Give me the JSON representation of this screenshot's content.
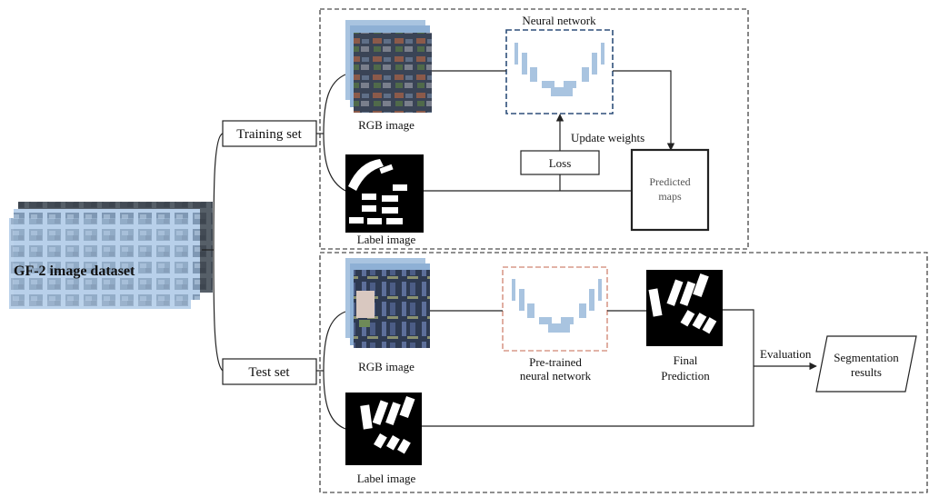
{
  "dataset": {
    "title": "GF-2 image dataset"
  },
  "split": {
    "training_label": "Training set",
    "test_label": "Test set"
  },
  "training": {
    "rgb_label": "RGB image",
    "label_label": "Label image",
    "network_label": "Neural network",
    "update_label": "Update weights",
    "loss_label": "Loss",
    "predicted_label_line1": "Predicted",
    "predicted_label_line2": "maps"
  },
  "test": {
    "rgb_label": "RGB image",
    "label_label": "Label image",
    "pretrained_line1": "Pre-trained",
    "pretrained_line2": "neural network",
    "final_line1": "Final",
    "final_line2": "Prediction",
    "evaluation_label": "Evaluation",
    "results_line1": "Segmentation",
    "results_line2": "results"
  },
  "colors": {
    "network_border": "#2e4f7a",
    "pretrained_border": "#d99a8a",
    "unet_blocks": "#a9c4e0",
    "dataset_tint": "#b8d0ea"
  }
}
